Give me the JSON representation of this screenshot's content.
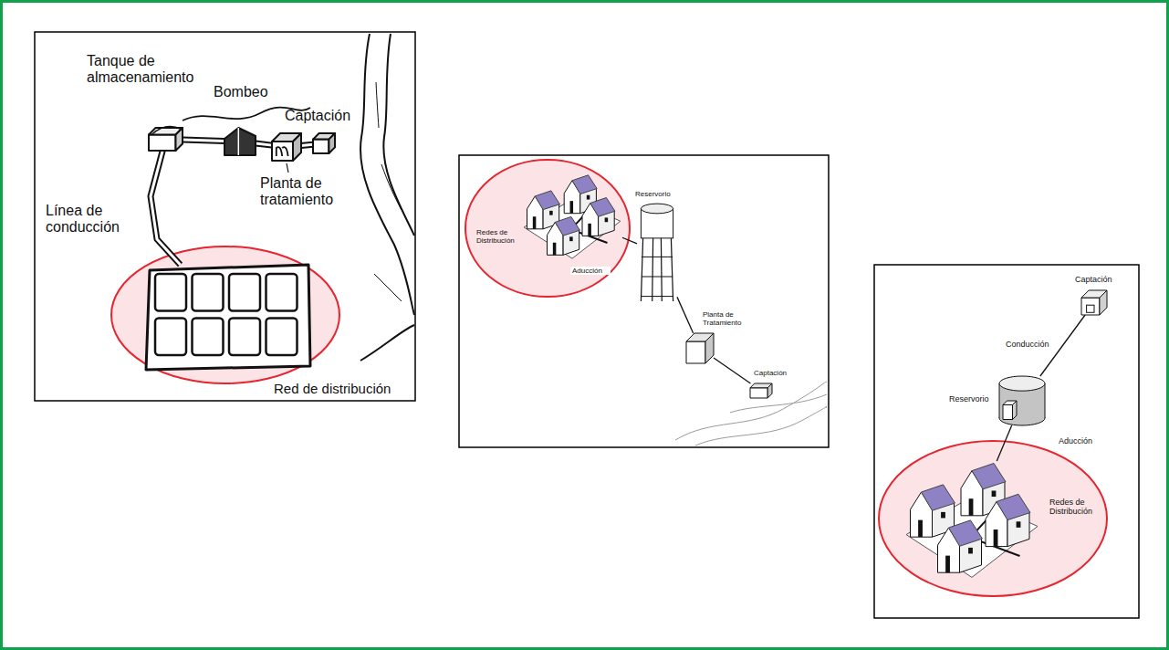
{
  "diagram": {
    "nodes": [
      {
        "text": [
          "Captación"
        ]
      },
      {
        "text": [
          "Planta de tratamiento"
        ]
      },
      {
        "text": [
          "Bombeo"
        ]
      },
      {
        "text": [
          "Tanque de almacenamiento"
        ]
      },
      {
        "text": [
          "Red de distribución"
        ]
      },
      {
        "text": [
          "Captación"
        ]
      },
      {
        "text": [
          "Planta de Tratamiento"
        ]
      },
      {
        "text": [
          "Reservorio"
        ]
      },
      {
        "text": [
          "Redes de Distribución"
        ]
      },
      {
        "text": [
          "Captación"
        ]
      },
      {
        "text": [
          "Reservorio"
        ]
      },
      {
        "text": [
          "Redes de Distribución"
        ]
      }
    ],
    "edges": [
      {
        "from": 0,
        "to": 1,
        "arrow": "none"
      },
      {
        "from": 1,
        "to": 2,
        "arrow": "none"
      },
      {
        "from": 2,
        "to": 3,
        "arrow": "none"
      },
      {
        "from": 3,
        "to": 4,
        "label": "Línea de conducción",
        "arrow": "none"
      },
      {
        "from": 5,
        "to": 6,
        "arrow": "none"
      },
      {
        "from": 6,
        "to": 7,
        "arrow": "none"
      },
      {
        "from": 7,
        "to": 8,
        "label": "Aducción",
        "arrow": "none"
      },
      {
        "from": 9,
        "to": 10,
        "label": "Conducción",
        "arrow": "none"
      },
      {
        "from": 10,
        "to": 11,
        "label": "Aducción",
        "arrow": "none"
      }
    ]
  }
}
